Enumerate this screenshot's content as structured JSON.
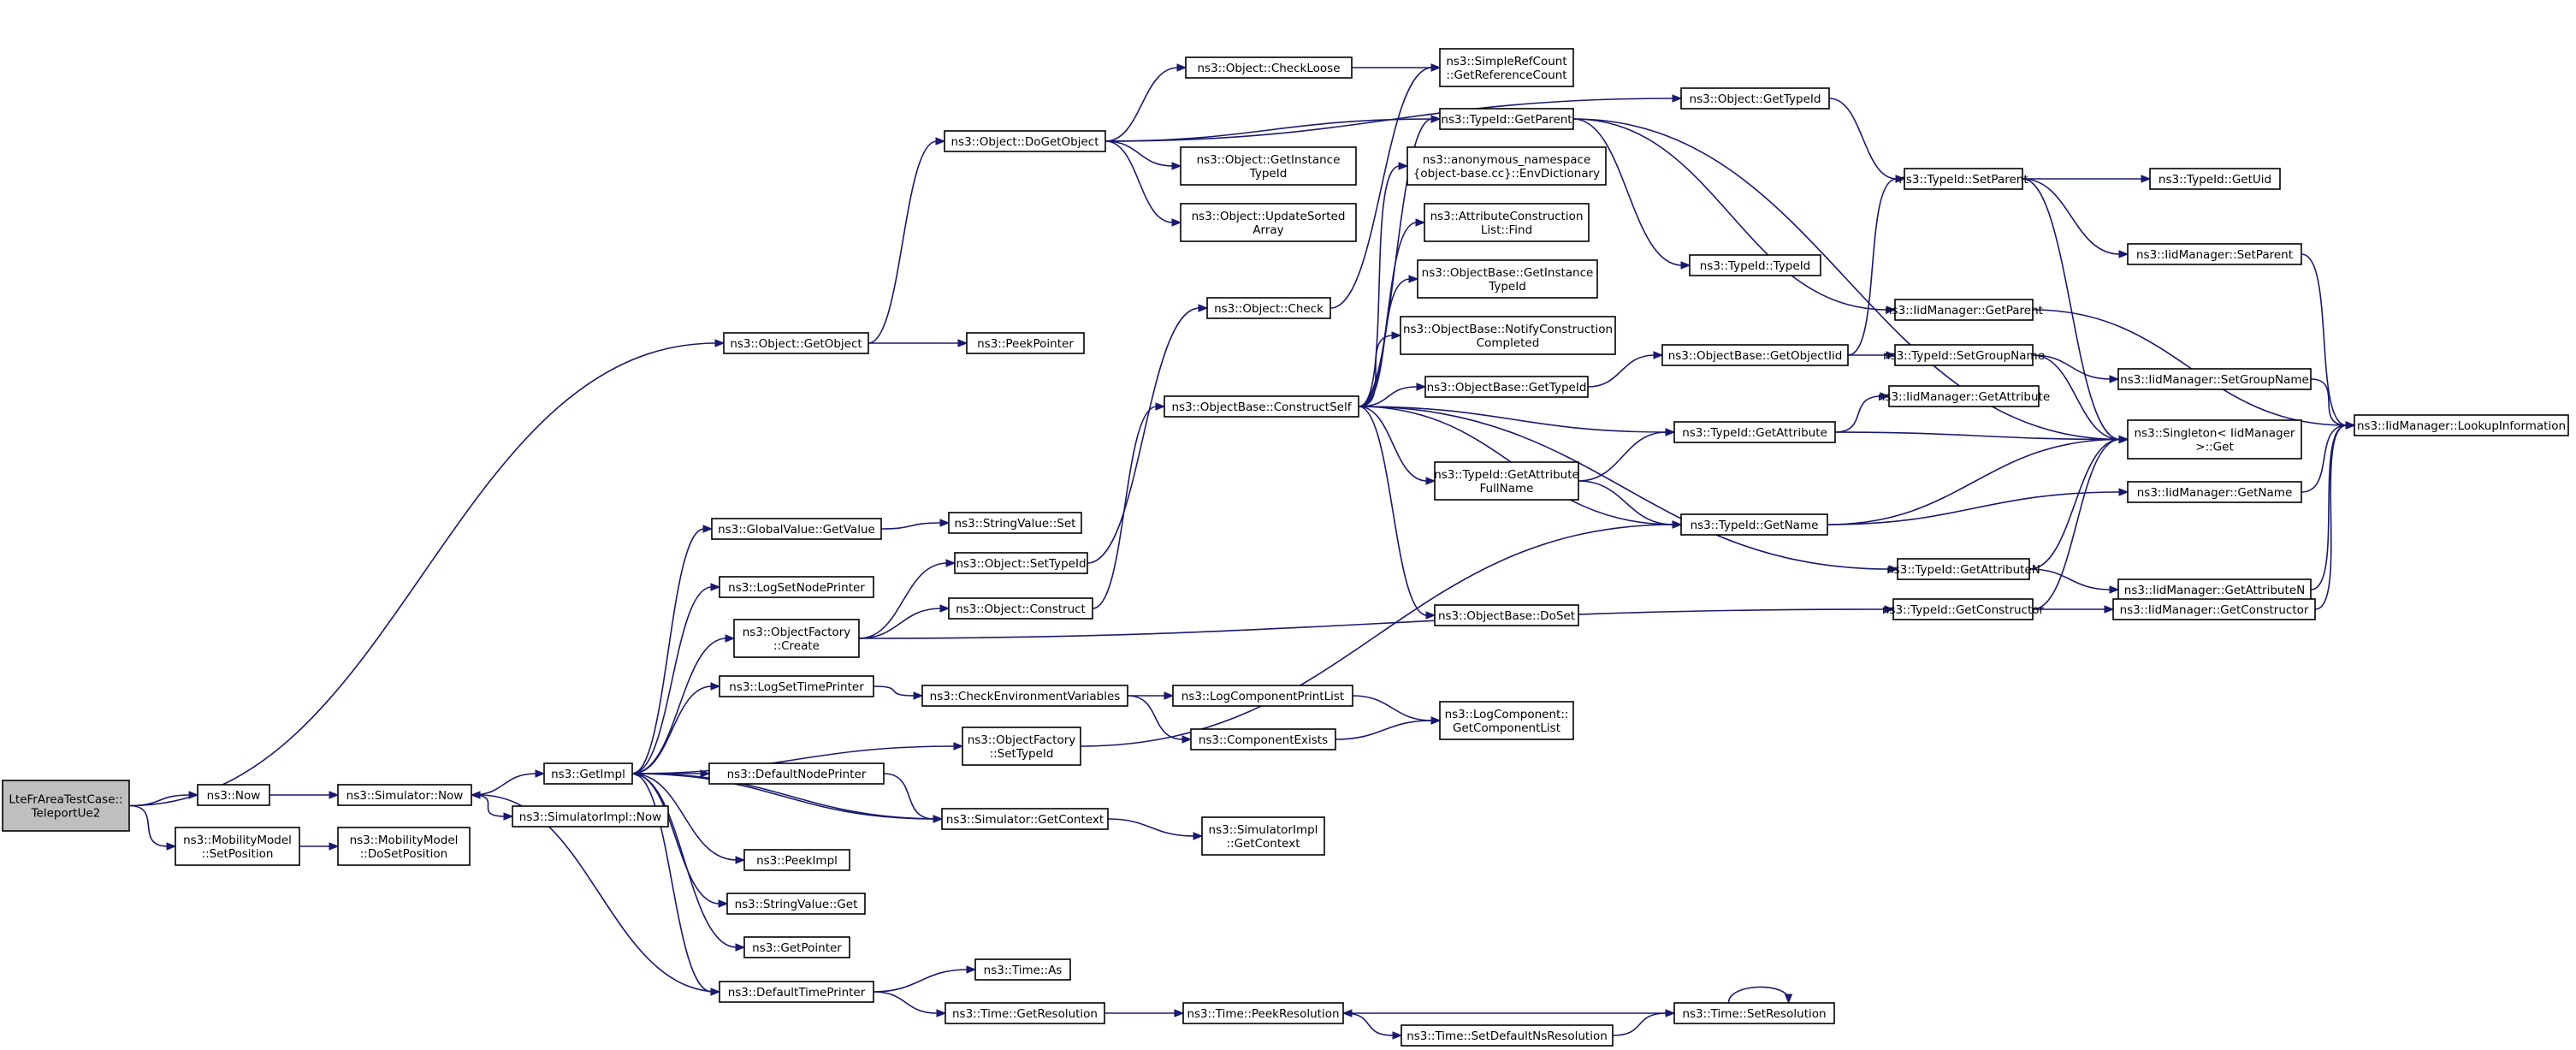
{
  "graph": {
    "title": "",
    "edge_color": "#191970",
    "root_fill": "#bfbfbf",
    "nodes": [
      {
        "id": "root",
        "lines": [
          "LteFrAreaTestCase::",
          "TeleportUe2"
        ]
      },
      {
        "id": "now",
        "lines": [
          "ns3::Now"
        ]
      },
      {
        "id": "mmSetPos",
        "lines": [
          "ns3::MobilityModel",
          "::SetPosition"
        ]
      },
      {
        "id": "mmDoSetPos",
        "lines": [
          "ns3::MobilityModel",
          "::DoSetPosition"
        ]
      },
      {
        "id": "simNow",
        "lines": [
          "ns3::Simulator::Now"
        ]
      },
      {
        "id": "getImpl",
        "lines": [
          "ns3::GetImpl"
        ]
      },
      {
        "id": "simImplNow",
        "lines": [
          "ns3::SimulatorImpl::Now"
        ]
      },
      {
        "id": "objGetObject",
        "lines": [
          "ns3::Object::GetObject"
        ]
      },
      {
        "id": "peekPointer",
        "lines": [
          "ns3::PeekPointer"
        ]
      },
      {
        "id": "doGetObject",
        "lines": [
          "ns3::Object::DoGetObject"
        ]
      },
      {
        "id": "checkLoose",
        "lines": [
          "ns3::Object::CheckLoose"
        ]
      },
      {
        "id": "getInstTid",
        "lines": [
          "ns3::Object::GetInstance",
          "TypeId"
        ]
      },
      {
        "id": "updSorted",
        "lines": [
          "ns3::Object::UpdateSorted",
          "Array"
        ]
      },
      {
        "id": "srcGetRef",
        "lines": [
          "ns3::SimpleRefCount",
          "::GetReferenceCount"
        ]
      },
      {
        "id": "tidGetParent",
        "lines": [
          "ns3::TypeId::GetParent"
        ]
      },
      {
        "id": "anonEnv",
        "lines": [
          "ns3::anonymous_namespace",
          "{object-base.cc}::EnvDictionary"
        ]
      },
      {
        "id": "attrFind",
        "lines": [
          "ns3::AttributeConstruction",
          "List::Find"
        ]
      },
      {
        "id": "obGetInst",
        "lines": [
          "ns3::ObjectBase::GetInstance",
          "TypeId"
        ]
      },
      {
        "id": "obNotify",
        "lines": [
          "ns3::ObjectBase::NotifyConstruction",
          "Completed"
        ]
      },
      {
        "id": "obGetTid",
        "lines": [
          "ns3::ObjectBase::GetTypeId"
        ]
      },
      {
        "id": "objCheck",
        "lines": [
          "ns3::Object::Check"
        ]
      },
      {
        "id": "obConstructSelf",
        "lines": [
          "ns3::ObjectBase::ConstructSelf"
        ]
      },
      {
        "id": "gvGetValue",
        "lines": [
          "ns3::GlobalValue::GetValue"
        ]
      },
      {
        "id": "svSet",
        "lines": [
          "ns3::StringValue::Set"
        ]
      },
      {
        "id": "logSetNode",
        "lines": [
          "ns3::LogSetNodePrinter"
        ]
      },
      {
        "id": "ofCreate",
        "lines": [
          "ns3::ObjectFactory",
          "::Create"
        ]
      },
      {
        "id": "objSetTid",
        "lines": [
          "ns3::Object::SetTypeId"
        ]
      },
      {
        "id": "objConstruct",
        "lines": [
          "ns3::Object::Construct"
        ]
      },
      {
        "id": "logSetTime",
        "lines": [
          "ns3::LogSetTimePrinter"
        ]
      },
      {
        "id": "checkEnv",
        "lines": [
          "ns3::CheckEnvironmentVariables"
        ]
      },
      {
        "id": "logCompPrint",
        "lines": [
          "ns3::LogComponentPrintList"
        ]
      },
      {
        "id": "compExists",
        "lines": [
          "ns3::ComponentExists"
        ]
      },
      {
        "id": "logCompGetList",
        "lines": [
          "ns3::LogComponent::",
          "GetComponentList"
        ]
      },
      {
        "id": "ofSetTid",
        "lines": [
          "ns3::ObjectFactory",
          "::SetTypeId"
        ]
      },
      {
        "id": "defNodePrinter",
        "lines": [
          "ns3::DefaultNodePrinter"
        ]
      },
      {
        "id": "simGetContext",
        "lines": [
          "ns3::Simulator::GetContext"
        ]
      },
      {
        "id": "simImplGetContext",
        "lines": [
          "ns3::SimulatorImpl",
          "::GetContext"
        ]
      },
      {
        "id": "peekImpl",
        "lines": [
          "ns3::PeekImpl"
        ]
      },
      {
        "id": "svGet",
        "lines": [
          "ns3::StringValue::Get"
        ]
      },
      {
        "id": "getPointer",
        "lines": [
          "ns3::GetPointer"
        ]
      },
      {
        "id": "defTimePrinter",
        "lines": [
          "ns3::DefaultTimePrinter"
        ]
      },
      {
        "id": "timeAs",
        "lines": [
          "ns3::Time::As"
        ]
      },
      {
        "id": "timeGetRes",
        "lines": [
          "ns3::Time::GetResolution"
        ]
      },
      {
        "id": "timePeekRes",
        "lines": [
          "ns3::Time::PeekResolution"
        ]
      },
      {
        "id": "timeSetDefNs",
        "lines": [
          "ns3::Time::SetDefaultNsResolution"
        ]
      },
      {
        "id": "timeSetRes",
        "lines": [
          "ns3::Time::SetResolution"
        ]
      },
      {
        "id": "objGetTid",
        "lines": [
          "ns3::Object::GetTypeId"
        ]
      },
      {
        "id": "tidSetParent",
        "lines": [
          "ns3::TypeId::SetParent"
        ]
      },
      {
        "id": "tidGetUid",
        "lines": [
          "ns3::TypeId::GetUid"
        ]
      },
      {
        "id": "iidSetParent",
        "lines": [
          "ns3::IidManager::SetParent"
        ]
      },
      {
        "id": "tidTypeId",
        "lines": [
          "ns3::TypeId::TypeId"
        ]
      },
      {
        "id": "iidGetParent",
        "lines": [
          "ns3::IidManager::GetParent"
        ]
      },
      {
        "id": "obGetObjectIid",
        "lines": [
          "ns3::ObjectBase::GetObjectIid"
        ]
      },
      {
        "id": "tidSetGroup",
        "lines": [
          "ns3::TypeId::SetGroupName"
        ]
      },
      {
        "id": "iidSetGroup",
        "lines": [
          "ns3::IidManager::SetGroupName"
        ]
      },
      {
        "id": "iidGetAttr",
        "lines": [
          "ns3::IidManager::GetAttribute"
        ]
      },
      {
        "id": "tidGetAttr",
        "lines": [
          "ns3::TypeId::GetAttribute"
        ]
      },
      {
        "id": "singletonGet",
        "lines": [
          "ns3::Singleton< IidManager",
          ">::Get"
        ]
      },
      {
        "id": "iidLookup",
        "lines": [
          "ns3::IidManager::LookupInformation"
        ]
      },
      {
        "id": "tidGetAttrFull",
        "lines": [
          "ns3::TypeId::GetAttribute",
          "FullName"
        ]
      },
      {
        "id": "tidGetName",
        "lines": [
          "ns3::TypeId::GetName"
        ]
      },
      {
        "id": "iidGetName",
        "lines": [
          "ns3::IidManager::GetName"
        ]
      },
      {
        "id": "tidGetAttrN",
        "lines": [
          "ns3::TypeId::GetAttributeN"
        ]
      },
      {
        "id": "iidGetAttrN",
        "lines": [
          "ns3::IidManager::GetAttributeN"
        ]
      },
      {
        "id": "obDoSet",
        "lines": [
          "ns3::ObjectBase::DoSet"
        ]
      },
      {
        "id": "tidGetCtor",
        "lines": [
          "ns3::TypeId::GetConstructor"
        ]
      },
      {
        "id": "iidGetCtor",
        "lines": [
          "ns3::IidManager::GetConstructor"
        ]
      }
    ],
    "edges": [
      [
        "root",
        "objGetObject"
      ],
      [
        "root",
        "now"
      ],
      [
        "root",
        "mmSetPos"
      ],
      [
        "now",
        "simNow"
      ],
      [
        "mmSetPos",
        "mmDoSetPos"
      ],
      [
        "simNow",
        "getImpl"
      ],
      [
        "simNow",
        "simImplNow"
      ],
      [
        "objGetObject",
        "peekPointer"
      ],
      [
        "objGetObject",
        "doGetObject"
      ],
      [
        "doGetObject",
        "objGetTid"
      ],
      [
        "doGetObject",
        "checkLoose"
      ],
      [
        "doGetObject",
        "tidGetParent"
      ],
      [
        "doGetObject",
        "getInstTid"
      ],
      [
        "doGetObject",
        "updSorted"
      ],
      [
        "checkLoose",
        "srcGetRef"
      ],
      [
        "objGetTid",
        "tidSetParent"
      ],
      [
        "tidSetParent",
        "tidGetUid"
      ],
      [
        "tidSetParent",
        "iidSetParent"
      ],
      [
        "tidSetParent",
        "singletonGet"
      ],
      [
        "iidSetParent",
        "iidLookup"
      ],
      [
        "tidGetParent",
        "tidTypeId"
      ],
      [
        "tidGetParent",
        "iidGetParent"
      ],
      [
        "tidGetParent",
        "singletonGet"
      ],
      [
        "iidGetParent",
        "iidLookup"
      ],
      [
        "getImpl",
        "gvGetValue"
      ],
      [
        "getImpl",
        "logSetNode"
      ],
      [
        "getImpl",
        "ofCreate"
      ],
      [
        "getImpl",
        "logSetTime"
      ],
      [
        "getImpl",
        "ofSetTid"
      ],
      [
        "getImpl",
        "defNodePrinter"
      ],
      [
        "getImpl",
        "simGetContext"
      ],
      [
        "getImpl",
        "peekImpl"
      ],
      [
        "getImpl",
        "svGet"
      ],
      [
        "getImpl",
        "getPointer"
      ],
      [
        "getImpl",
        "defTimePrinter"
      ],
      [
        "gvGetValue",
        "svSet"
      ],
      [
        "ofCreate",
        "objSetTid"
      ],
      [
        "ofCreate",
        "objConstruct"
      ],
      [
        "ofCreate",
        "tidGetCtor"
      ],
      [
        "objSetTid",
        "objCheck"
      ],
      [
        "objCheck",
        "srcGetRef"
      ],
      [
        "objConstruct",
        "obConstructSelf"
      ],
      [
        "obConstructSelf",
        "tidGetParent"
      ],
      [
        "obConstructSelf",
        "anonEnv"
      ],
      [
        "obConstructSelf",
        "attrFind"
      ],
      [
        "obConstructSelf",
        "obGetInst"
      ],
      [
        "obConstructSelf",
        "obNotify"
      ],
      [
        "obConstructSelf",
        "obGetTid"
      ],
      [
        "obConstructSelf",
        "tidGetAttr"
      ],
      [
        "obConstructSelf",
        "tidGetAttrFull"
      ],
      [
        "obConstructSelf",
        "tidGetName"
      ],
      [
        "obConstructSelf",
        "tidGetAttrN"
      ],
      [
        "obConstructSelf",
        "obDoSet"
      ],
      [
        "obGetTid",
        "obGetObjectIid"
      ],
      [
        "obGetObjectIid",
        "tidSetParent"
      ],
      [
        "obGetObjectIid",
        "tidSetGroup"
      ],
      [
        "tidSetGroup",
        "iidSetGroup"
      ],
      [
        "tidSetGroup",
        "singletonGet"
      ],
      [
        "iidSetGroup",
        "iidLookup"
      ],
      [
        "tidGetAttr",
        "iidGetAttr"
      ],
      [
        "tidGetAttr",
        "singletonGet"
      ],
      [
        "tidGetAttrFull",
        "tidGetAttr"
      ],
      [
        "tidGetAttrFull",
        "tidGetName"
      ],
      [
        "tidGetName",
        "singletonGet"
      ],
      [
        "tidGetName",
        "iidGetName"
      ],
      [
        "iidGetName",
        "iidLookup"
      ],
      [
        "tidGetAttrN",
        "singletonGet"
      ],
      [
        "tidGetAttrN",
        "iidGetAttrN"
      ],
      [
        "iidGetAttrN",
        "iidLookup"
      ],
      [
        "tidGetCtor",
        "singletonGet"
      ],
      [
        "tidGetCtor",
        "iidGetCtor"
      ],
      [
        "iidGetCtor",
        "iidLookup"
      ],
      [
        "logSetTime",
        "checkEnv"
      ],
      [
        "checkEnv",
        "logCompPrint"
      ],
      [
        "checkEnv",
        "compExists"
      ],
      [
        "logCompPrint",
        "logCompGetList"
      ],
      [
        "compExists",
        "logCompGetList"
      ],
      [
        "ofSetTid",
        "tidGetName"
      ],
      [
        "defNodePrinter",
        "simGetContext"
      ],
      [
        "simGetContext",
        "simImplGetContext"
      ],
      [
        "simGetContext",
        "getImpl"
      ],
      [
        "defTimePrinter",
        "simNow"
      ],
      [
        "defTimePrinter",
        "timeAs"
      ],
      [
        "defTimePrinter",
        "timeGetRes"
      ],
      [
        "timeGetRes",
        "timePeekRes"
      ],
      [
        "timePeekRes",
        "timeSetDefNs"
      ],
      [
        "timeSetDefNs",
        "timeSetRes"
      ],
      [
        "timeSetRes",
        "timePeekRes"
      ],
      [
        "timeSetRes",
        "timeSetRes"
      ]
    ]
  }
}
